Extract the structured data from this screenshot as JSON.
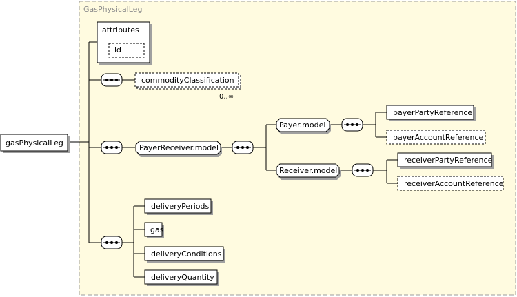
{
  "type_title": "GasPhysicalLeg",
  "root_element": "gasPhysicalLeg",
  "attributes_label": "attributes",
  "attribute_id": "id",
  "commodity_classification": "commodityClassification",
  "commodity_cardinality": "0..∞",
  "payer_receiver_model": "PayerReceiver.model",
  "payer_model": "Payer.model",
  "receiver_model": "Receiver.model",
  "payer_party_reference": "payerPartyReference",
  "payer_account_reference": "payerAccountReference",
  "receiver_party_reference": "receiverPartyReference",
  "receiver_account_reference": "receiverAccountReference",
  "delivery_periods": "deliveryPeriods",
  "gas": "gas",
  "delivery_conditions": "deliveryConditions",
  "delivery_quantity": "deliveryQuantity",
  "colors": {
    "background": "#ffffff",
    "type_fill": "#fffbe0",
    "type_border": "#9b9b9b",
    "node_fill": "#ffffff",
    "node_border": "#000000",
    "shadow": "#a0a0a0",
    "line": "#000000"
  },
  "icons": {
    "sequence": "sequence-compositor-icon"
  }
}
